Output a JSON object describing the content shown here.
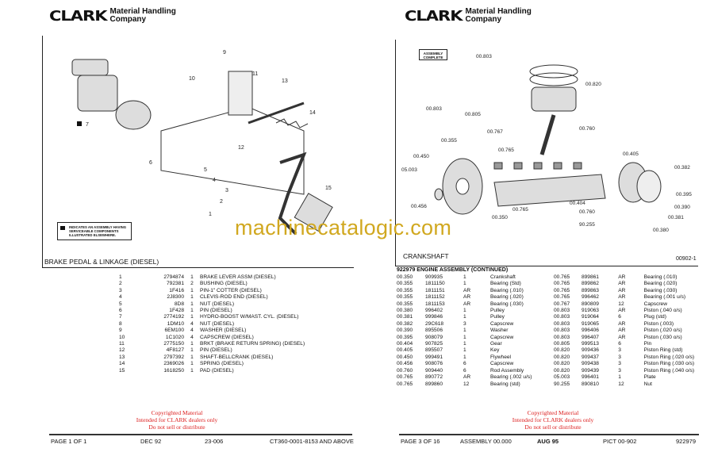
{
  "left_page": {
    "logo": "CLARK",
    "company_line1": "Material Handling",
    "company_line2": "Company",
    "diagram_title": "BRAKE PEDAL & LINKAGE (DIESEL)",
    "legend": "INDICATES AN ASSEMBLY HAVING SERVICEABLE COMPONENTS ILLUSTRATED ELSEWHERE.",
    "callouts": [
      "9",
      "11",
      "10",
      "13",
      "7",
      "14",
      "12",
      "6",
      "5",
      "4",
      "3",
      "2",
      "1",
      "15"
    ],
    "parts": [
      [
        "1",
        "2794874",
        "1",
        "BRAKE LEVER ASSM (DIESEL)"
      ],
      [
        "2",
        "792381",
        "2",
        "BUSHING (DIESEL)"
      ],
      [
        "3",
        "1F416",
        "1",
        "PIN-1\" COTTER (DIESEL)"
      ],
      [
        "4",
        "2J8300",
        "1",
        "CLEVIS-ROD END (DIESEL)"
      ],
      [
        "5",
        "8D8",
        "1",
        "NUT (DIESEL)"
      ],
      [
        "6",
        "1F428",
        "1",
        "PIN (DIESEL)"
      ],
      [
        "7",
        "2774192",
        "1",
        "HYDRO-BOOST W/MAST. CYL. (DIESEL)"
      ],
      [
        "8",
        "1DM10",
        "4",
        "NUT (DIESEL)"
      ],
      [
        "9",
        "6EM100",
        "4",
        "WASHER (DIESEL)"
      ],
      [
        "10",
        "1C1020",
        "4",
        "CAPSCREW (DIESEL)"
      ],
      [
        "11",
        "2775150",
        "1",
        "BRKT (BRAKE RETURN SPRING) (DIESEL)"
      ],
      [
        "12",
        "4F8127",
        "1",
        "PIN (DIESEL)"
      ],
      [
        "13",
        "2797392",
        "1",
        "SHAFT-BELLCRANK (DIESEL)"
      ],
      [
        "14",
        "2369026",
        "1",
        "SPRING (DIESEL)"
      ],
      [
        "15",
        "1618250",
        "1",
        "PAD (DIESEL)"
      ]
    ],
    "footer": {
      "page": "PAGE 1 OF 1",
      "date": "DEC 92",
      "code": "23-006",
      "serial": "CT360-0001-8153 AND ABOVE"
    }
  },
  "right_page": {
    "logo": "CLARK",
    "company_line1": "Material Handling",
    "company_line2": "Company",
    "assembly_box": "ASSEMBLY COMPLETE",
    "diagram_title": "CRANKSHAFT",
    "picture_id": "00902-1",
    "callouts": [
      "00.803",
      "00.820",
      "00.803",
      "00.805",
      "00.767",
      "00.760",
      "00.765",
      "00.355",
      "00.450",
      "00.405",
      "00.382",
      "05.003",
      "00.395",
      "00.390",
      "00.381",
      "00.380",
      "00.404",
      "00.760",
      "00.765",
      "00.456",
      "00.350",
      "90.255"
    ],
    "table_title": "922979 ENGINE ASSEMBLY (CONTINUED)",
    "parts_col1": [
      [
        "00.350",
        "909935",
        "1",
        "Crankshaft"
      ],
      [
        "00.355",
        "1811150",
        "1",
        "Bearing (Std)"
      ],
      [
        "00.355",
        "1811151",
        "AR",
        "Bearing (.010)"
      ],
      [
        "00.355",
        "1811152",
        "AR",
        "Bearing (.020)"
      ],
      [
        "00.355",
        "1811153",
        "AR",
        "Bearing (.030)"
      ],
      [
        "00.380",
        "996402",
        "1",
        "Pulley"
      ],
      [
        "00.381",
        "999846",
        "1",
        "Pulley"
      ],
      [
        "00.382",
        "29C618",
        "3",
        "Capscrew"
      ],
      [
        "00.390",
        "895506",
        "1",
        "Washer"
      ],
      [
        "00.395",
        "908079",
        "1",
        "Capscrew"
      ],
      [
        "00.404",
        "907825",
        "1",
        "Gear"
      ],
      [
        "00.405",
        "895507",
        "1",
        "Key"
      ],
      [
        "00.450",
        "999491",
        "1",
        "Flywheel"
      ],
      [
        "00.456",
        "908076",
        "6",
        "Capscrew"
      ],
      [
        "00.760",
        "909440",
        "6",
        "Rod Assembly"
      ],
      [
        "00.765",
        "890772",
        "AR",
        "Bearing (.002 u/s)"
      ],
      [
        "00.765",
        "899860",
        "12",
        "Bearing (std)"
      ]
    ],
    "parts_col2": [
      [
        "00.765",
        "899861",
        "AR",
        "Bearing (.010)"
      ],
      [
        "00.765",
        "899862",
        "AR",
        "Bearing (.020)"
      ],
      [
        "00.765",
        "899863",
        "AR",
        "Bearing (.030)"
      ],
      [
        "00.765",
        "996462",
        "AR",
        "Bearing (.001 u/s)"
      ],
      [
        "00.767",
        "890809",
        "12",
        "Capscrew"
      ],
      [
        "00.803",
        "919063",
        "AR",
        "Piston (.040 o/s)"
      ],
      [
        "00.803",
        "919064",
        "6",
        "Plug (std)"
      ],
      [
        "00.803",
        "919065",
        "AR",
        "Piston (.003)"
      ],
      [
        "00.803",
        "996406",
        "AR",
        "Piston (.020 o/s)"
      ],
      [
        "00.803",
        "996407",
        "AR",
        "Piston (.030 o/s)"
      ],
      [
        "00.805",
        "999513",
        "6",
        "Pin"
      ],
      [
        "00.820",
        "909436",
        "3",
        "Piston Ring (std)"
      ],
      [
        "00.820",
        "909437",
        "3",
        "Piston Ring (.020 o/s)"
      ],
      [
        "00.820",
        "909438",
        "3",
        "Piston Ring (.030 o/s)"
      ],
      [
        "00.820",
        "909439",
        "3",
        "Piston Ring (.040 o/s)"
      ],
      [
        "05.003",
        "996401",
        "1",
        "Plate"
      ],
      [
        "90.255",
        "890810",
        "12",
        "Nut"
      ]
    ],
    "footer": {
      "page": "PAGE 3 OF 16",
      "assembly": "ASSEMBLY 00.000",
      "date": "AUG 95",
      "pict": "PICT 00-902",
      "number": "922979"
    }
  },
  "watermark": "machinecatalogic.com",
  "copyright": {
    "line1": "Copyrighted Material",
    "line2": "Intended for CLARK dealers only",
    "line3": "Do not sell or distribute"
  }
}
